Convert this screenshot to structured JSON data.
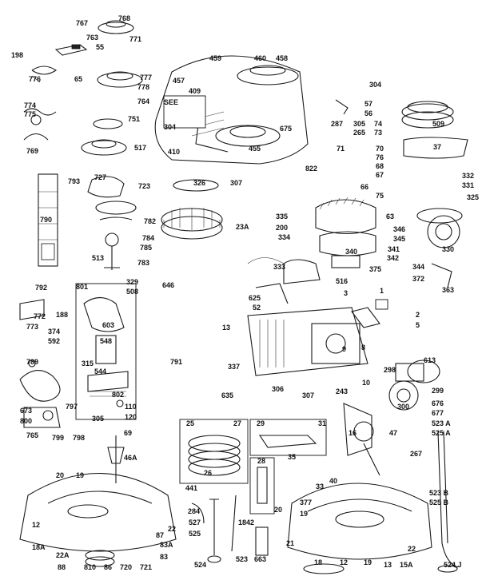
{
  "labels": [
    {
      "id": "l767",
      "text": "767"
    },
    {
      "id": "l768",
      "text": "768"
    },
    {
      "id": "l763",
      "text": "763"
    },
    {
      "id": "l771",
      "text": "771"
    },
    {
      "id": "l55",
      "text": "55"
    },
    {
      "id": "l198",
      "text": "198"
    },
    {
      "id": "l65",
      "text": "65"
    },
    {
      "id": "l776",
      "text": "776"
    },
    {
      "id": "l777",
      "text": "777"
    },
    {
      "id": "l778",
      "text": "778"
    },
    {
      "id": "l764",
      "text": "764"
    },
    {
      "id": "l459",
      "text": "459"
    },
    {
      "id": "l460",
      "text": "460"
    },
    {
      "id": "l458",
      "text": "458"
    },
    {
      "id": "l304a",
      "text": "304"
    },
    {
      "id": "l457",
      "text": "457"
    },
    {
      "id": "l409",
      "text": "409"
    },
    {
      "id": "lsee",
      "text": "SEE"
    },
    {
      "id": "l304b",
      "text": "304"
    },
    {
      "id": "l675",
      "text": "675"
    },
    {
      "id": "l455",
      "text": "455"
    },
    {
      "id": "l410",
      "text": "410"
    },
    {
      "id": "l822",
      "text": "822"
    },
    {
      "id": "l57",
      "text": "57"
    },
    {
      "id": "l56",
      "text": "56"
    },
    {
      "id": "l287",
      "text": "287"
    },
    {
      "id": "l305",
      "text": "305"
    },
    {
      "id": "l265",
      "text": "265"
    },
    {
      "id": "l74",
      "text": "74"
    },
    {
      "id": "l73",
      "text": "73"
    },
    {
      "id": "l509",
      "text": "509"
    },
    {
      "id": "l37",
      "text": "37"
    },
    {
      "id": "l774",
      "text": "774"
    },
    {
      "id": "l775",
      "text": "775"
    },
    {
      "id": "l769",
      "text": "769"
    },
    {
      "id": "l751",
      "text": "751"
    },
    {
      "id": "l517",
      "text": "517"
    },
    {
      "id": "l71",
      "text": "71"
    },
    {
      "id": "l70",
      "text": "70"
    },
    {
      "id": "l76",
      "text": "76"
    },
    {
      "id": "l68",
      "text": "68"
    },
    {
      "id": "l67",
      "text": "67"
    },
    {
      "id": "l66",
      "text": "66"
    },
    {
      "id": "l75",
      "text": "75"
    },
    {
      "id": "l332",
      "text": "332"
    },
    {
      "id": "l331",
      "text": "331"
    },
    {
      "id": "l325",
      "text": "325"
    },
    {
      "id": "l793",
      "text": "793"
    },
    {
      "id": "l727",
      "text": "727"
    },
    {
      "id": "l723",
      "text": "723"
    },
    {
      "id": "l326",
      "text": "326"
    },
    {
      "id": "l307",
      "text": "307"
    },
    {
      "id": "l790",
      "text": "790"
    },
    {
      "id": "l782",
      "text": "782"
    },
    {
      "id": "l784",
      "text": "784"
    },
    {
      "id": "l785",
      "text": "785"
    },
    {
      "id": "l513",
      "text": "513"
    },
    {
      "id": "l783",
      "text": "783"
    },
    {
      "id": "l23a",
      "text": "23A"
    },
    {
      "id": "l335",
      "text": "335"
    },
    {
      "id": "l200",
      "text": "200"
    },
    {
      "id": "l334",
      "text": "334"
    },
    {
      "id": "l63",
      "text": "63"
    },
    {
      "id": "l346",
      "text": "346"
    },
    {
      "id": "l345",
      "text": "345"
    },
    {
      "id": "l341",
      "text": "341"
    },
    {
      "id": "l340",
      "text": "340"
    },
    {
      "id": "l342",
      "text": "342"
    },
    {
      "id": "l333",
      "text": "333"
    },
    {
      "id": "l344",
      "text": "344"
    },
    {
      "id": "l375",
      "text": "375"
    },
    {
      "id": "l516",
      "text": "516"
    },
    {
      "id": "l372",
      "text": "372"
    },
    {
      "id": "l330",
      "text": "330"
    },
    {
      "id": "l363",
      "text": "363"
    },
    {
      "id": "l792",
      "text": "792"
    },
    {
      "id": "l801",
      "text": "801"
    },
    {
      "id": "l329",
      "text": "329"
    },
    {
      "id": "l508",
      "text": "508"
    },
    {
      "id": "l646",
      "text": "646"
    },
    {
      "id": "l188",
      "text": "188"
    },
    {
      "id": "l625",
      "text": "625"
    },
    {
      "id": "l52",
      "text": "52"
    },
    {
      "id": "l3",
      "text": "3"
    },
    {
      "id": "l1",
      "text": "1"
    },
    {
      "id": "l772",
      "text": "772"
    },
    {
      "id": "l773",
      "text": "773"
    },
    {
      "id": "l374",
      "text": "374"
    },
    {
      "id": "l592",
      "text": "592"
    },
    {
      "id": "l603",
      "text": "603"
    },
    {
      "id": "l548",
      "text": "548"
    },
    {
      "id": "l2",
      "text": "2"
    },
    {
      "id": "l5",
      "text": "5"
    },
    {
      "id": "l13",
      "text": "13"
    },
    {
      "id": "l789",
      "text": "789"
    },
    {
      "id": "l315",
      "text": "315"
    },
    {
      "id": "l544",
      "text": "544"
    },
    {
      "id": "l791",
      "text": "791"
    },
    {
      "id": "l337",
      "text": "337"
    },
    {
      "id": "l8",
      "text": "8"
    },
    {
      "id": "l9",
      "text": "9"
    },
    {
      "id": "l298",
      "text": "298"
    },
    {
      "id": "l613",
      "text": "613"
    },
    {
      "id": "l299",
      "text": "299"
    },
    {
      "id": "l635",
      "text": "635"
    },
    {
      "id": "l306",
      "text": "306"
    },
    {
      "id": "l307b",
      "text": "307"
    },
    {
      "id": "l243",
      "text": "243"
    },
    {
      "id": "l10",
      "text": "10"
    },
    {
      "id": "l676",
      "text": "676"
    },
    {
      "id": "l677",
      "text": "677"
    },
    {
      "id": "l300",
      "text": "300"
    },
    {
      "id": "l797",
      "text": "797"
    },
    {
      "id": "l673",
      "text": "673"
    },
    {
      "id": "l800",
      "text": "800"
    },
    {
      "id": "l802",
      "text": "802"
    },
    {
      "id": "l110",
      "text": "110"
    },
    {
      "id": "l120",
      "text": "120"
    },
    {
      "id": "l305b",
      "text": "305"
    },
    {
      "id": "l799",
      "text": "799"
    },
    {
      "id": "l798",
      "text": "798"
    },
    {
      "id": "l765",
      "text": "765"
    },
    {
      "id": "l25",
      "text": "25"
    },
    {
      "id": "l27",
      "text": "27"
    },
    {
      "id": "l29",
      "text": "29"
    },
    {
      "id": "l31",
      "text": "31"
    },
    {
      "id": "l16",
      "text": "16"
    },
    {
      "id": "l47",
      "text": "47"
    },
    {
      "id": "l523a",
      "text": "523 A"
    },
    {
      "id": "l525a",
      "text": "525 A"
    },
    {
      "id": "l69",
      "text": "69"
    },
    {
      "id": "l46a",
      "text": "46A"
    },
    {
      "id": "l20",
      "text": "20"
    },
    {
      "id": "l19",
      "text": "19"
    },
    {
      "id": "l26",
      "text": "26"
    },
    {
      "id": "l28",
      "text": "28"
    },
    {
      "id": "l35",
      "text": "35"
    },
    {
      "id": "l33",
      "text": "33"
    },
    {
      "id": "l40",
      "text": "40"
    },
    {
      "id": "l267",
      "text": "267"
    },
    {
      "id": "l441",
      "text": "441"
    },
    {
      "id": "l22",
      "text": "22"
    },
    {
      "id": "l284",
      "text": "284"
    },
    {
      "id": "l527",
      "text": "527"
    },
    {
      "id": "l525",
      "text": "525"
    },
    {
      "id": "l1842",
      "text": "1842"
    },
    {
      "id": "l377",
      "text": "377"
    },
    {
      "id": "l20b",
      "text": "20"
    },
    {
      "id": "l19b",
      "text": "19"
    },
    {
      "id": "l523b",
      "text": "523 B"
    },
    {
      "id": "l525b",
      "text": "525 B"
    },
    {
      "id": "l12",
      "text": "12"
    },
    {
      "id": "l18a",
      "text": "18A"
    },
    {
      "id": "l22a",
      "text": "22A"
    },
    {
      "id": "l88",
      "text": "88"
    },
    {
      "id": "l810",
      "text": "810"
    },
    {
      "id": "l86",
      "text": "86"
    },
    {
      "id": "l720",
      "text": "720"
    },
    {
      "id": "l721",
      "text": "721"
    },
    {
      "id": "l83",
      "text": "83"
    },
    {
      "id": "l83a",
      "text": "83A"
    },
    {
      "id": "l87",
      "text": "87"
    },
    {
      "id": "l524",
      "text": "524"
    },
    {
      "id": "l523",
      "text": "523"
    },
    {
      "id": "l663",
      "text": "663"
    },
    {
      "id": "l21",
      "text": "21"
    },
    {
      "id": "l18",
      "text": "18"
    },
    {
      "id": "l12b",
      "text": "12"
    },
    {
      "id": "l19c",
      "text": "19"
    },
    {
      "id": "l13b",
      "text": "13"
    },
    {
      "id": "l15a",
      "text": "15A"
    },
    {
      "id": "l524j",
      "text": "524 J"
    },
    {
      "id": "l22b",
      "text": "22"
    }
  ]
}
